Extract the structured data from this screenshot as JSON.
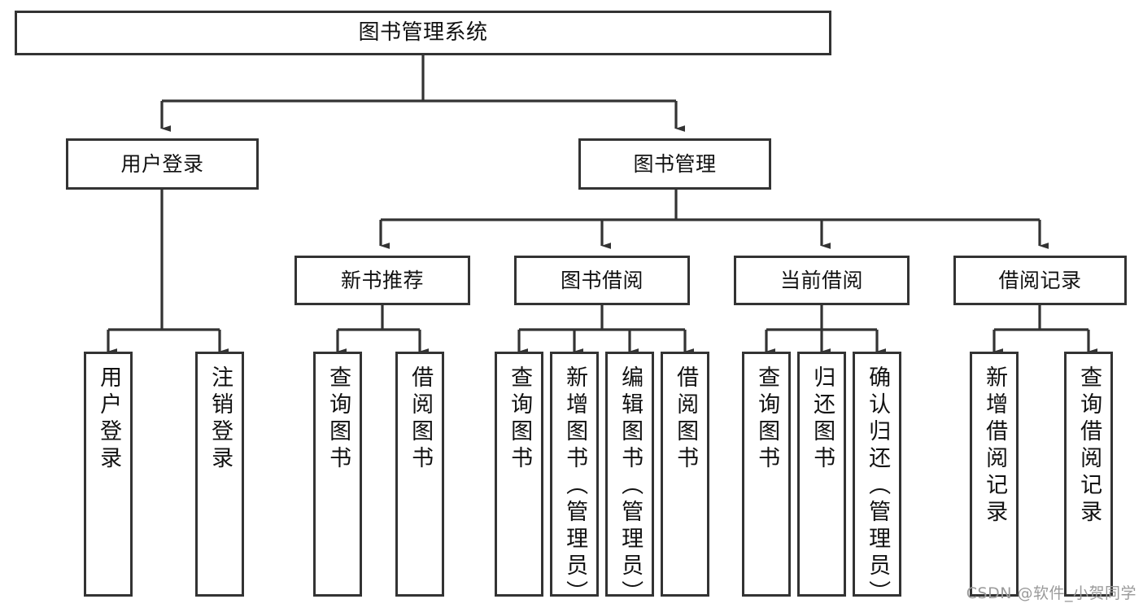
{
  "diagram": {
    "title": "图书管理系统",
    "type": "tree-hierarchy-chart",
    "watermark": "CSDN @软件_小贺同学",
    "colors": {
      "box_border": "#333333",
      "box_fill": "#ffffff",
      "connector": "#333333",
      "text": "#111111",
      "watermark": "#9a9a9a",
      "background": "#ffffff"
    },
    "nodes": {
      "root": {
        "label": "图书管理系统"
      },
      "level2": [
        {
          "label": "用户登录"
        },
        {
          "label": "图书管理"
        }
      ],
      "level3": [
        {
          "label": "新书推荐"
        },
        {
          "label": "图书借阅"
        },
        {
          "label": "当前借阅"
        },
        {
          "label": "借阅记录"
        }
      ],
      "leaves": {
        "user_login": [
          {
            "label": "用户登录"
          },
          {
            "label": "注销登录"
          }
        ],
        "new_book_recommend": [
          {
            "label": "查询图书"
          },
          {
            "label": "借阅图书"
          }
        ],
        "book_borrow": [
          {
            "label": "查询图书"
          },
          {
            "label": "新增图书（管理员）"
          },
          {
            "label": "编辑图书（管理员）"
          },
          {
            "label": "借阅图书"
          }
        ],
        "current_borrow": [
          {
            "label": "查询图书"
          },
          {
            "label": "归还图书"
          },
          {
            "label": "确认归还（管理员）"
          }
        ],
        "borrow_record": [
          {
            "label": "新增借阅记录"
          },
          {
            "label": "查询借阅记录"
          }
        ]
      }
    }
  }
}
